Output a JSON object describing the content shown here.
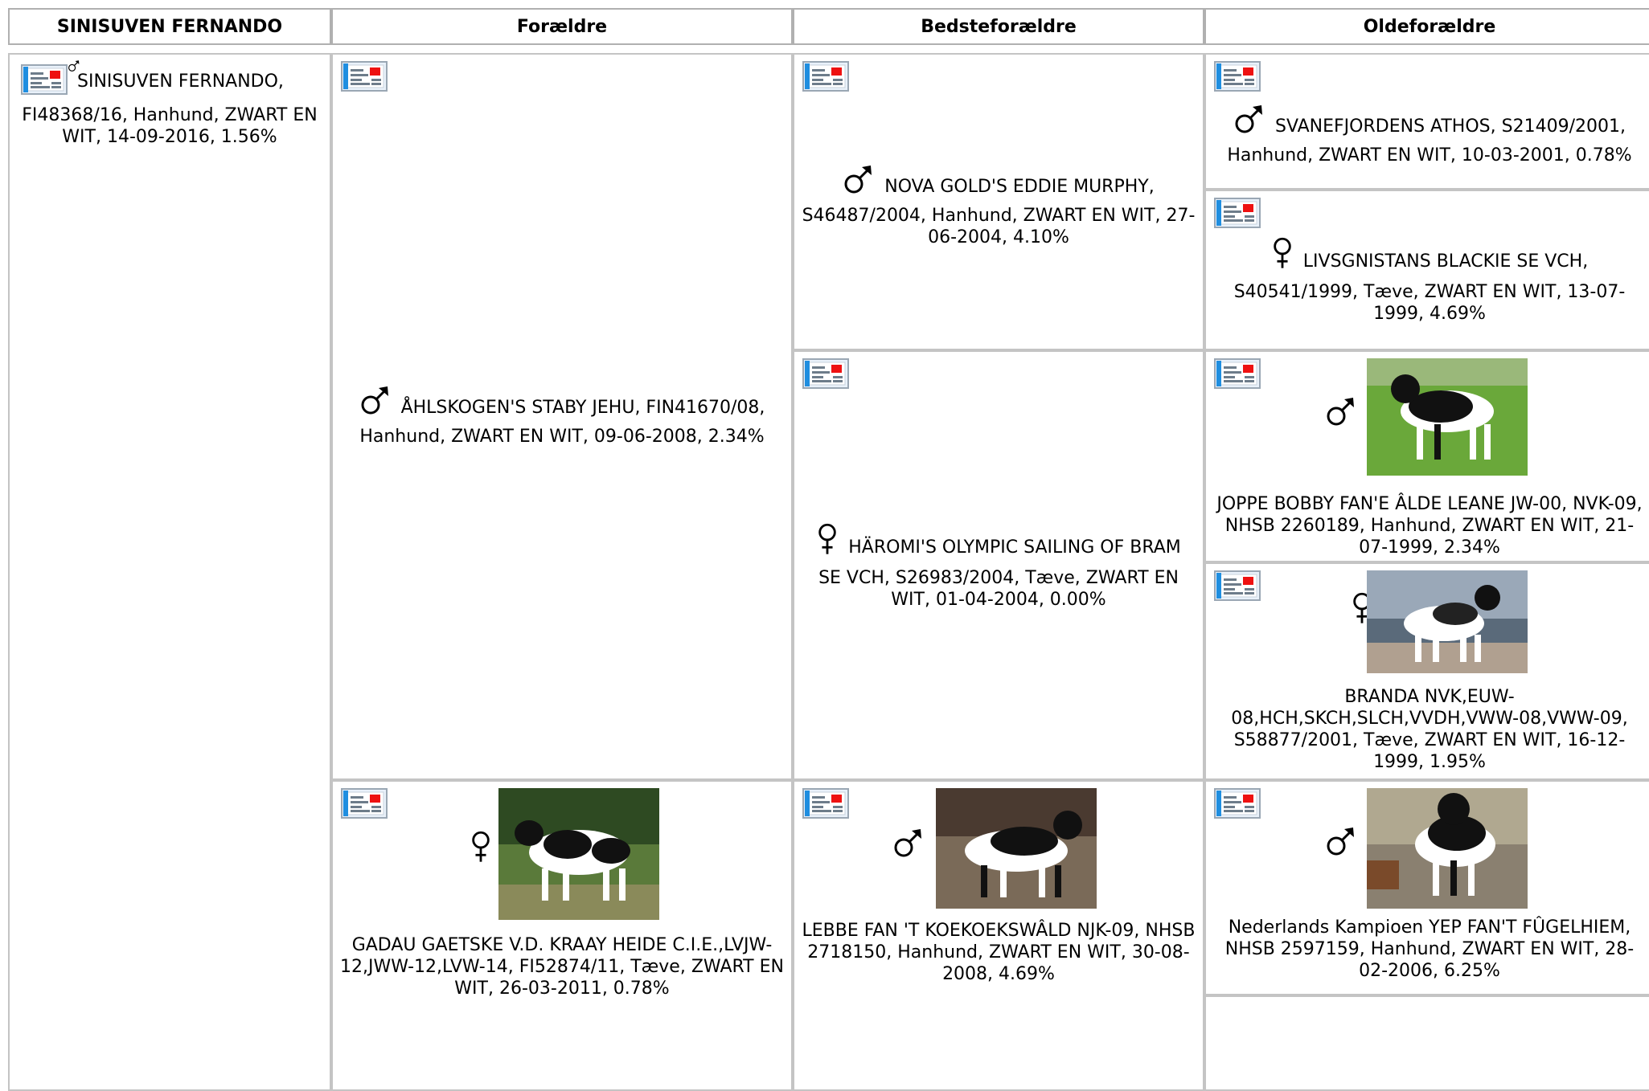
{
  "headers": {
    "self": "SINISUVEN FERNANDO",
    "parents": "Forældre",
    "grandparents": "Bedsteforældre",
    "greatgrandparents": "Oldeforældre"
  },
  "dogs": {
    "self": {
      "line1": "SINISUVEN FERNANDO,",
      "line2": "FI48368/16, Hanhund, ZWART EN",
      "line3": "WIT, 14-09-2016, 1.56%",
      "sex": "male"
    },
    "sire": {
      "line1": "ÅHLSKOGEN'S STABY JEHU, FIN41670/08,",
      "line2": "Hanhund, ZWART EN WIT, 09-06-2008, 2.34%",
      "sex": "male"
    },
    "dam": {
      "text": "GADAU GAETSKE V.D. KRAAY HEIDE C.I.E.,LVJW-12,JWW-12,LVW-14, FI52874/11, Tæve, ZWART EN WIT, 26-03-2011, 0.78%",
      "sex": "female"
    },
    "sire_sire": {
      "line1": "NOVA GOLD'S EDDIE MURPHY,",
      "line2": "S46487/2004, Hanhund, ZWART EN WIT, 27-",
      "line3": "06-2004, 4.10%",
      "sex": "male"
    },
    "sire_dam": {
      "line1": "HÄROMI'S OLYMPIC SAILING OF BRAM",
      "line2": "SE VCH, S26983/2004, Tæve, ZWART EN",
      "line3": "WIT, 01-04-2004, 0.00%",
      "sex": "female"
    },
    "dam_sire": {
      "text": "LEBBE FAN 'T KOEKOEKSWÂLD NJK-09, NHSB 2718150, Hanhund, ZWART EN WIT, 30-08-2008, 4.69%",
      "sex": "male"
    },
    "ss_sire": {
      "line1": "SVANEFJORDENS ATHOS, S21409/2001,",
      "line2": "Hanhund, ZWART EN WIT, 10-03-2001, 0.78%",
      "sex": "male"
    },
    "ss_dam": {
      "line1": "LIVSGNISTANS BLACKIE SE VCH,",
      "line2": "S40541/1999, Tæve, ZWART EN WIT, 13-07-",
      "line3": "1999, 4.69%",
      "sex": "female"
    },
    "sd_sire": {
      "line1": "JOPPE BOBBY FAN'E ÂLDE LEANE JW-00, NVK-09,",
      "line2": "NHSB 2260189, Hanhund, ZWART EN WIT, 21-",
      "line3": "07-1999, 2.34%",
      "sex": "male"
    },
    "sd_dam": {
      "line1": "BRANDA NVK,EUW-",
      "line2": "08,HCH,SKCH,SLCH,VVDH,VWW-08,VWW-09,",
      "line3": "S58877/2001, Tæve, ZWART EN WIT, 16-12-",
      "line4": "1999, 1.95%",
      "sex": "female"
    },
    "ds_sire": {
      "line1": "Nederlands Kampioen YEP FAN'T FÛGELHIEM,",
      "line2": "NHSB 2597159, Hanhund, ZWART EN WIT, 28-",
      "line3": "02-2006, 6.25%",
      "sex": "male"
    }
  }
}
